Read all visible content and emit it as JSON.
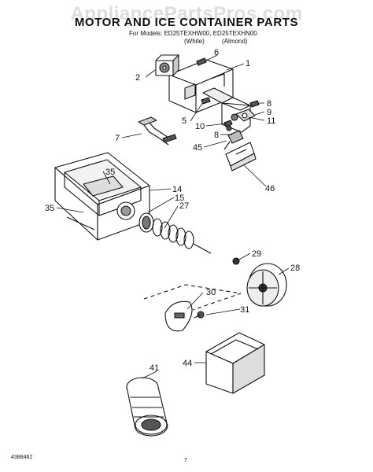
{
  "watermark": "AppliancePartsPros.com",
  "title": "MOTOR AND ICE CONTAINER PARTS",
  "models_line": "For Models: ED25TEXHW00, ED25TEXHN00",
  "color_white": "(White)",
  "color_almond": "(Almond)",
  "footer_code": "4388462",
  "footer_page": "7",
  "callouts": [
    "6",
    "1",
    "2",
    "8",
    "9",
    "11",
    "5",
    "10",
    "8",
    "7",
    "45",
    "46",
    "35",
    "14",
    "15",
    "27",
    "35",
    "29",
    "28",
    "30",
    "31",
    "44",
    "41"
  ]
}
